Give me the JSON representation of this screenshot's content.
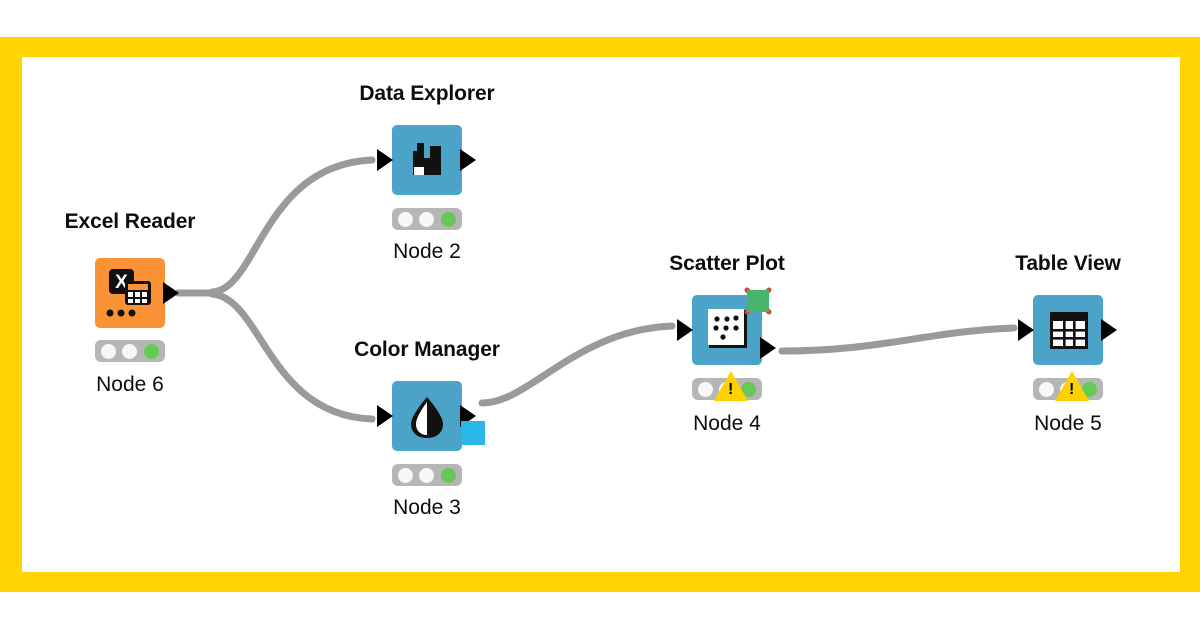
{
  "frame": {
    "color": "#ffd400"
  },
  "canvas": {
    "background": "#ffffff"
  },
  "workflow": {
    "nodes": [
      {
        "title": "Excel Reader",
        "id_label": "Node 6",
        "icon": "excel-reader-icon",
        "color": "#fb9235",
        "status": "executed",
        "warning": false,
        "ports": {
          "in": false,
          "out": true
        }
      },
      {
        "title": "Data Explorer",
        "id_label": "Node 2",
        "icon": "histogram-icon",
        "color": "#4ba3c7",
        "status": "executed",
        "warning": false,
        "ports": {
          "in": true,
          "out": true
        }
      },
      {
        "title": "Color Manager",
        "id_label": "Node 3",
        "icon": "color-droplet-icon",
        "color": "#4ba3c7",
        "status": "executed",
        "warning": false,
        "ports": {
          "in": true,
          "out": true,
          "out_color_port": "#29b6e8"
        }
      },
      {
        "title": "Scatter Plot",
        "id_label": "Node 4",
        "icon": "scatter-plot-icon",
        "color": "#4ba3c7",
        "status": "executed",
        "warning": true,
        "view_badge": "failed-view-x-icon",
        "ports": {
          "in": true,
          "out": true
        }
      },
      {
        "title": "Table View",
        "id_label": "Node 5",
        "icon": "table-grid-icon",
        "color": "#4ba3c7",
        "status": "executed",
        "warning": true,
        "ports": {
          "in": true,
          "out": true
        }
      }
    ],
    "connections": [
      {
        "from": "Node 6",
        "to": "Node 2"
      },
      {
        "from": "Node 6",
        "to": "Node 3"
      },
      {
        "from": "Node 3",
        "to": "Node 4"
      },
      {
        "from": "Node 4",
        "to": "Node 5"
      }
    ],
    "colors": {
      "edge": "#9a9a9a",
      "status_bar": "#b6b6b6",
      "light_off": "#f7f7f7",
      "light_green": "#66c956",
      "warning_yellow": "#ffd100",
      "badge_green": "#47b36b",
      "badge_x_red": "#e04236"
    }
  }
}
